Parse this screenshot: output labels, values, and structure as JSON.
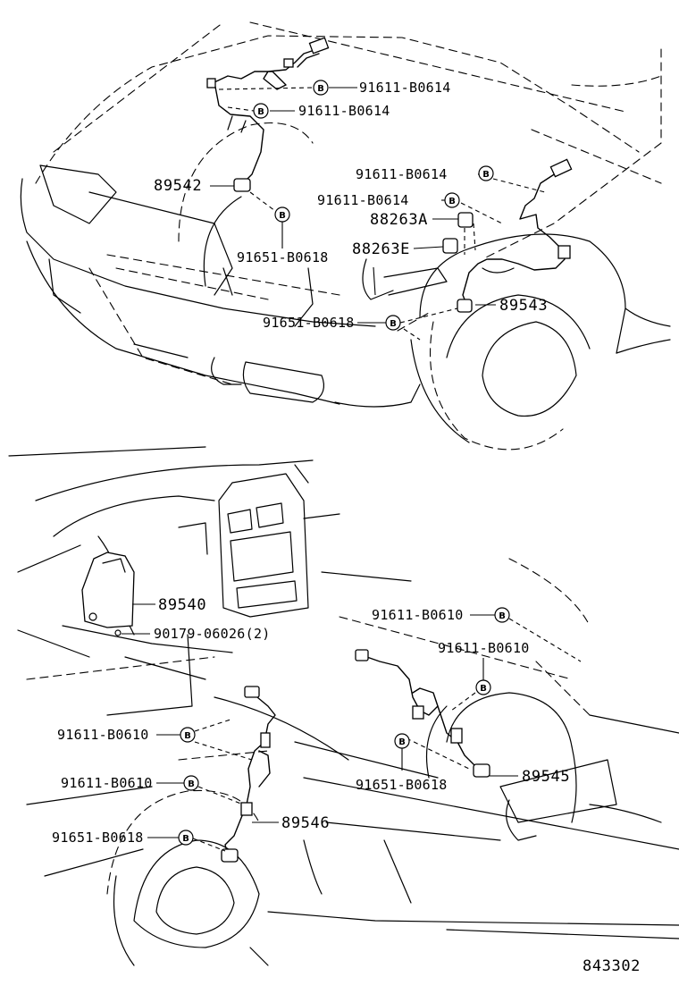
{
  "diagram": {
    "labels": [
      {
        "id": "l1",
        "text": "91611-B0614"
      },
      {
        "id": "l2",
        "text": "91611-B0614"
      },
      {
        "id": "l3",
        "text": "91611-B0614"
      },
      {
        "id": "l4",
        "text": "91611-B0614"
      },
      {
        "id": "l5",
        "text": "89542"
      },
      {
        "id": "l6",
        "text": "88263A"
      },
      {
        "id": "l7",
        "text": "88263E"
      },
      {
        "id": "l8",
        "text": "91651-B0618"
      },
      {
        "id": "l9",
        "text": "91651-B0618"
      },
      {
        "id": "l10",
        "text": "89543"
      },
      {
        "id": "l11",
        "text": "89540"
      },
      {
        "id": "l12",
        "text": "90179-06026(2)"
      },
      {
        "id": "l13",
        "text": "91611-B0610"
      },
      {
        "id": "l14",
        "text": "91611-B0610"
      },
      {
        "id": "l15",
        "text": "91611-B0610"
      },
      {
        "id": "l16",
        "text": "91611-B0610"
      },
      {
        "id": "l17",
        "text": "89545"
      },
      {
        "id": "l18",
        "text": "91651-B0618"
      },
      {
        "id": "l19",
        "text": "89546"
      },
      {
        "id": "l20",
        "text": "91651-B0618"
      }
    ],
    "badge_letter": "B",
    "figure_number": "843302"
  }
}
